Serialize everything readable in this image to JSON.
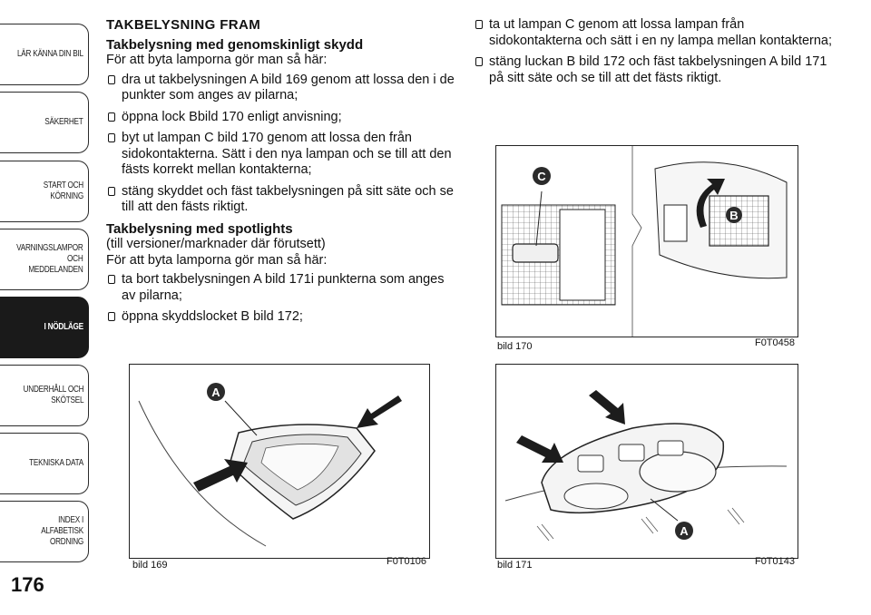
{
  "sidebar": {
    "tabs": [
      {
        "label": "LÄR KÄNNA DIN BIL"
      },
      {
        "label": "SÄKERHET"
      },
      {
        "label": "START OCH\nKÖRNING"
      },
      {
        "label": "VARNINGSLAMPOR\nOCH\nMEDDELANDEN"
      },
      {
        "label": "I NÖDLÄGE"
      },
      {
        "label": "UNDERHÅLL OCH\nSKÖTSEL"
      },
      {
        "label": "TEKNISKA DATA"
      },
      {
        "label": "INDEX I ALFABETISK\nORDNING"
      }
    ],
    "active_tab": "I NÖDLÄGE"
  },
  "page_number": "176",
  "col1": {
    "heading": "TAKBELYSNING FRAM",
    "sub1": "Takbelysning med genomskinligt skydd",
    "intro1": "För att byta lamporna gör man så här:",
    "items1": [
      "dra ut takbelysningen A bild 169 genom att lossa den i de punkter som anges av pilarna;",
      "öppna lock Bbild 170 enligt anvisning;",
      "byt ut lampan C bild 170 genom att lossa den från sidokontakterna. Sätt i den nya lampan och se till att den fästs korrekt mellan kontakterna;",
      "stäng skyddet och fäst takbelysningen på sitt säte och se till att den fästs riktigt."
    ],
    "sub2": "Takbelysning med spotlights",
    "sub2_note": "(till versioner/marknader där förutsett)",
    "intro2": "För att byta lamporna gör man så här:",
    "items2": [
      "ta bort takbelysningen A bild 171i punkterna som anges av pilarna;",
      "öppna skyddslocket B bild 172;"
    ]
  },
  "col2": {
    "items": [
      "ta ut lampan C genom att lossa lampan från sidokontakterna och sätt i en ny lampa mellan kontakterna;",
      "stäng luckan B bild 172 och fäst takbelysningen A bild 171 på sitt säte och se till att det fästs riktigt."
    ]
  },
  "figures": {
    "fig169": {
      "caption": "bild 169",
      "code": "F0T0106",
      "label_a": "A"
    },
    "fig170": {
      "caption": "bild 170",
      "code": "F0T0458",
      "label_b": "B",
      "label_c": "C"
    },
    "fig171": {
      "caption": "bild 171",
      "code": "F0T0143",
      "label_a": "A"
    }
  }
}
